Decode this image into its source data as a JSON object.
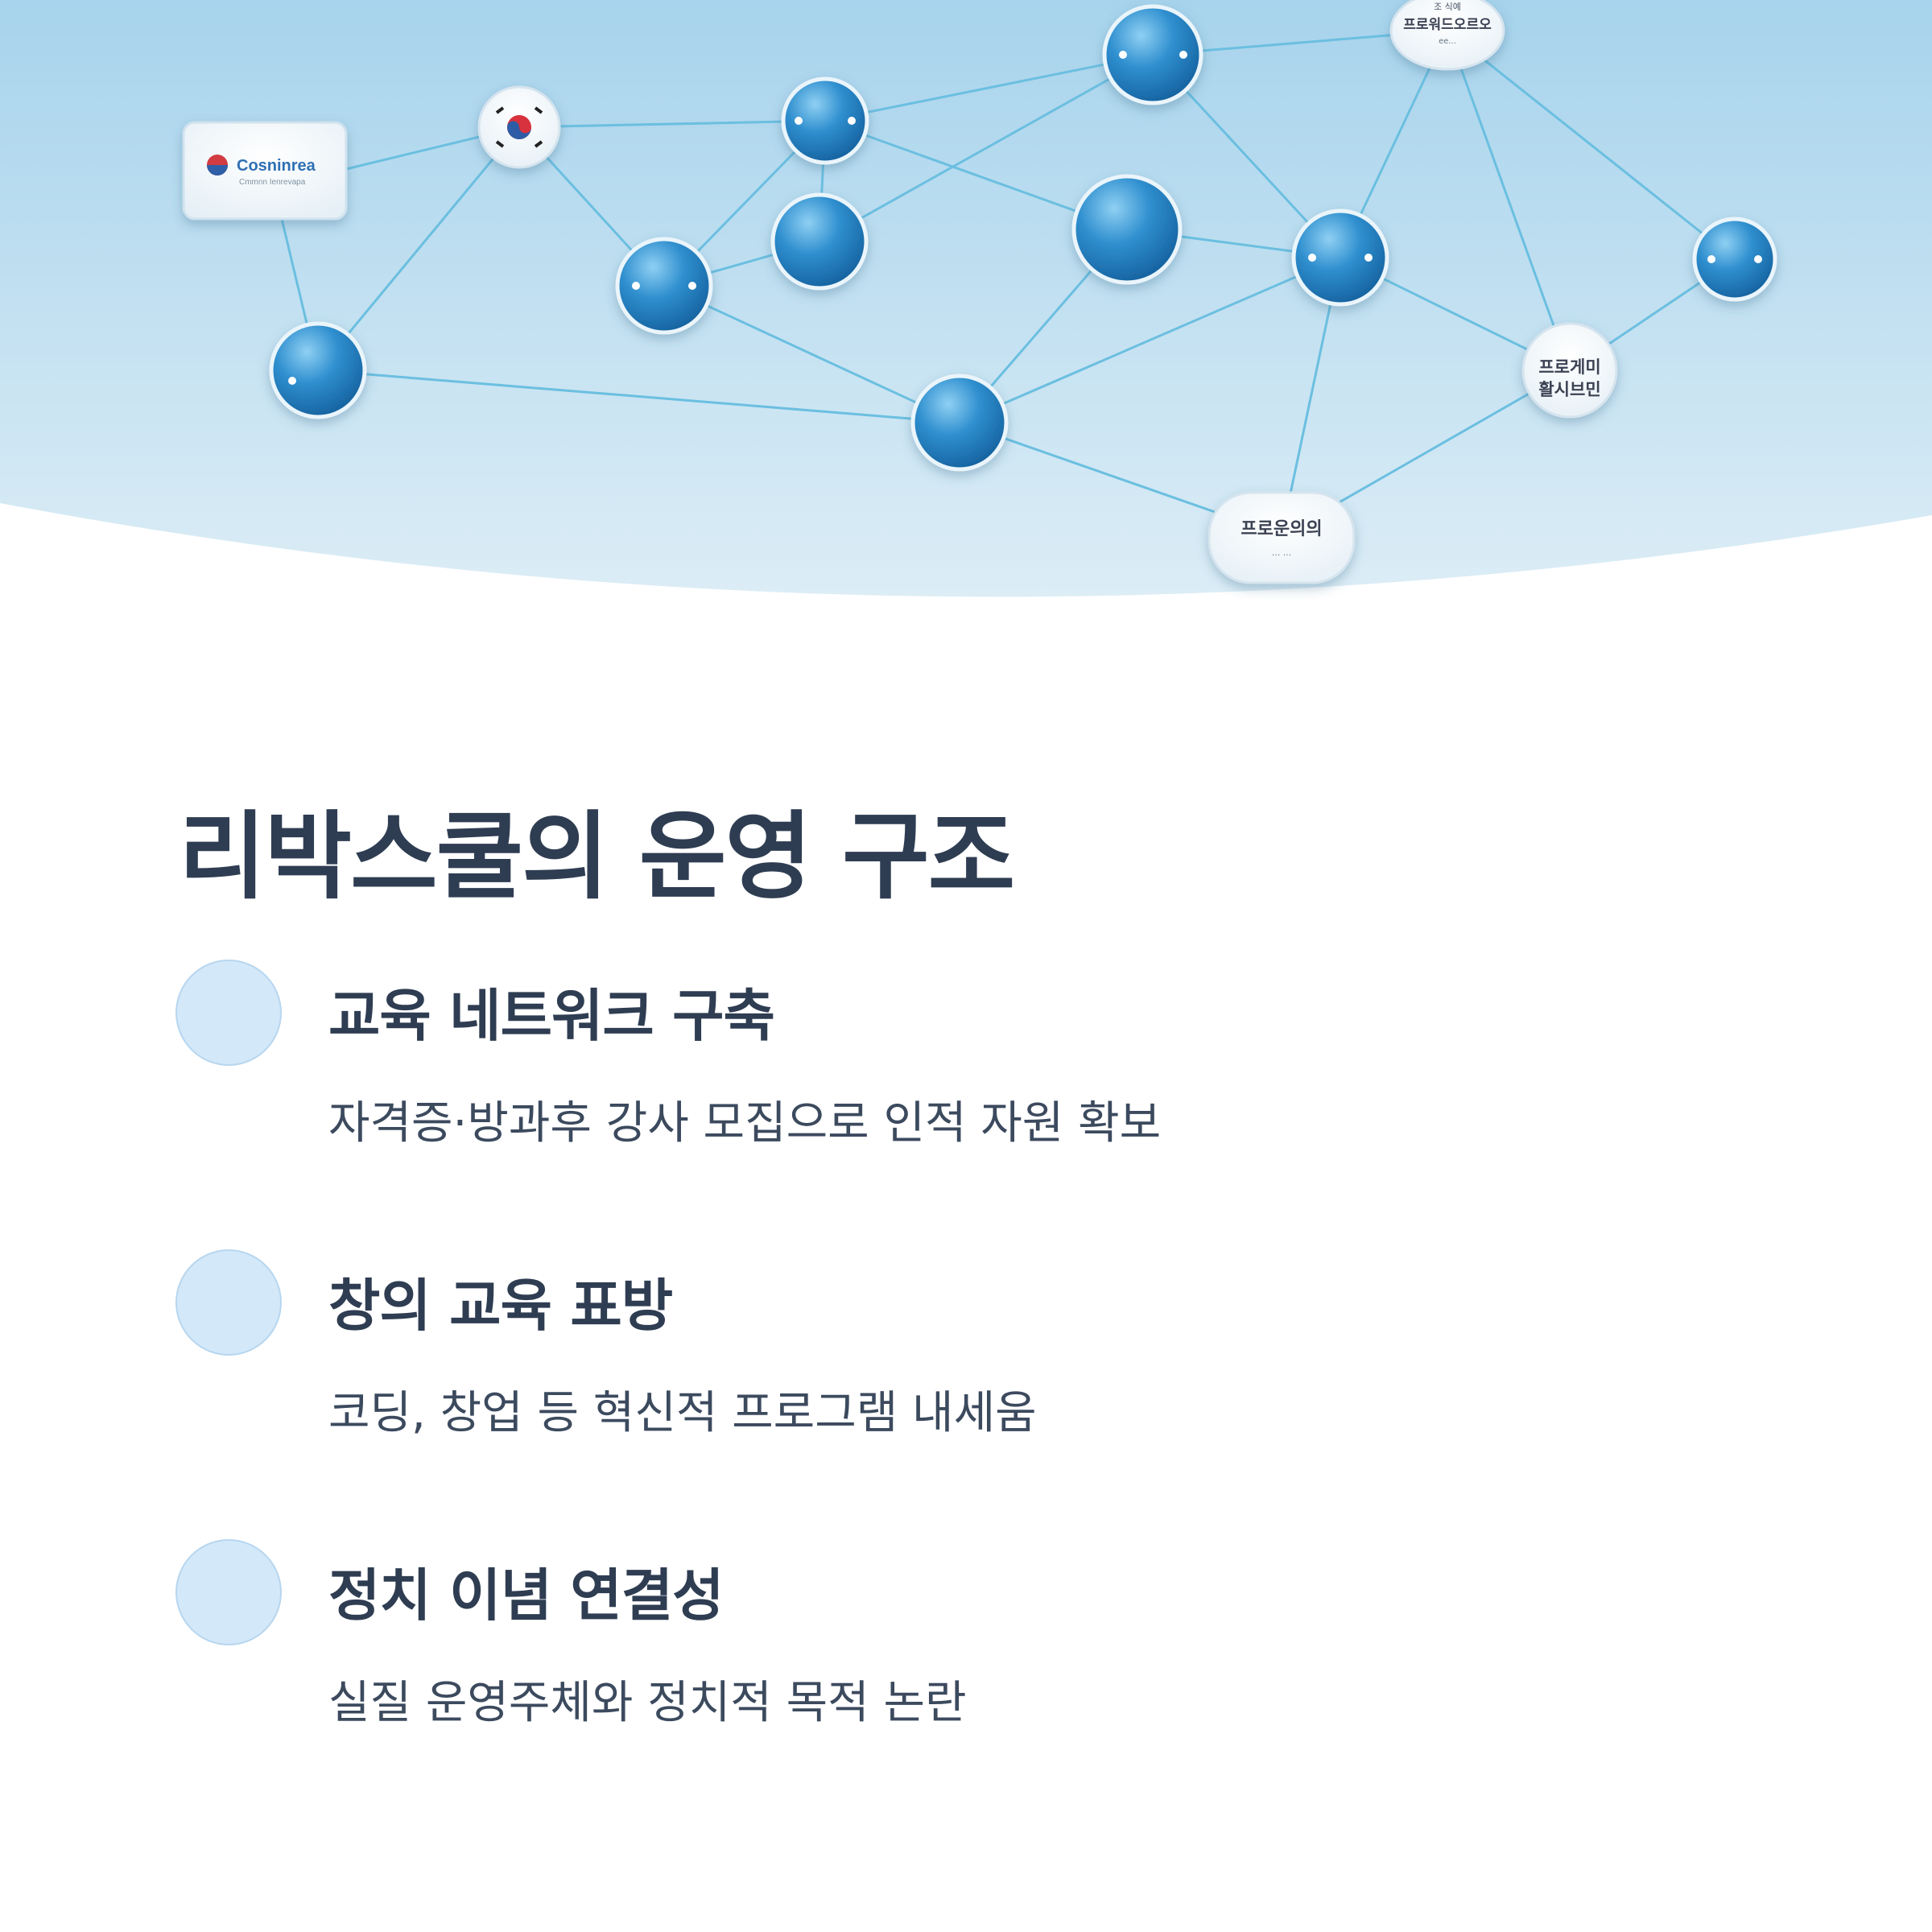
{
  "hero": {
    "logo_title": "Cosninrea",
    "logo_subtitle": "Cmmnn Ienrevapa",
    "top_right_label": [
      "조 식예",
      "프로워드오르오",
      "ee..."
    ],
    "program_label": [
      "프로게미",
      "활시브민"
    ],
    "bottom_label": [
      "프로운의의",
      "... ..."
    ]
  },
  "main": {
    "title": "리박스쿨의 운영 구조",
    "features": [
      {
        "title": "교육 네트워크 구축",
        "description": "자격증·방과후 강사 모집으로 인적 자원 확보"
      },
      {
        "title": "창의 교육 표방",
        "description": "코딩, 창업 등 혁신적 프로그램 내세움"
      },
      {
        "title": "정치 이념 연결성",
        "description": "실질 운영주체와 정치적 목적 논란"
      }
    ]
  },
  "colors": {
    "title": "#2f3d52",
    "body_text": "#3c4a5e",
    "bullet_fill": "#d3e8f9",
    "sky_top": "#a7d3ec",
    "sky_bottom": "#d9ebf5",
    "node_blue": "#2a86c4",
    "link_line": "#6bbfe0"
  }
}
